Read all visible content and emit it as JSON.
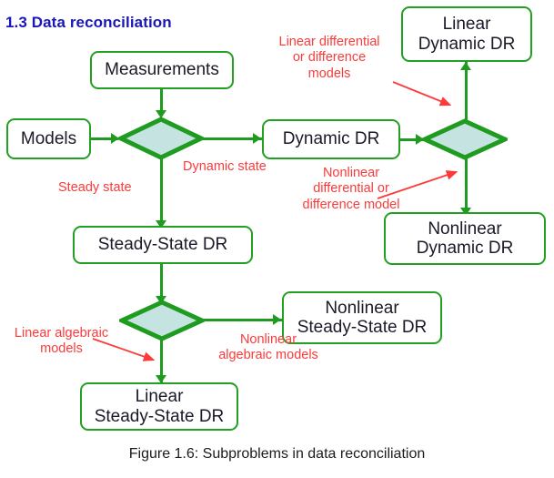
{
  "section": {
    "number": "1.3",
    "title": "1.3 Data reconciliation",
    "title_color": "#1a18b5"
  },
  "caption": "Figure 1.6:  Subproblems in data reconciliation",
  "palette": {
    "node_border": "#22a022",
    "node_fill": "#ffffff",
    "diamond_fill": "#c5e3e1",
    "diamond_border": "#1f9c1f",
    "connector": "#1f9c1f",
    "annotation": "#fd3a3a",
    "text": "#1a1a28"
  },
  "diagram": {
    "type": "flowchart",
    "nodes": [
      {
        "id": "measurements",
        "label": "Measurements",
        "shape": "rounded-rect"
      },
      {
        "id": "models",
        "label": "Models",
        "shape": "rounded-rect"
      },
      {
        "id": "decision-state",
        "label": "",
        "shape": "diamond"
      },
      {
        "id": "dynamic-dr",
        "label": "Dynamic DR",
        "shape": "rounded-rect"
      },
      {
        "id": "decision-dynamic",
        "label": "",
        "shape": "diamond"
      },
      {
        "id": "linear-dynamic-dr",
        "label": "Linear\nDynamic DR",
        "line1": "Linear",
        "line2": "Dynamic DR",
        "shape": "rounded-rect"
      },
      {
        "id": "nonlinear-dynamic-dr",
        "label": "Nonlinear\nDynamic DR",
        "line1": "Nonlinear",
        "line2": "Dynamic DR",
        "shape": "rounded-rect"
      },
      {
        "id": "steady-state-dr",
        "label": "Steady-State DR",
        "shape": "rounded-rect"
      },
      {
        "id": "decision-steady",
        "label": "",
        "shape": "diamond"
      },
      {
        "id": "nonlinear-ss-dr",
        "label": "Nonlinear\nSteady-State DR",
        "line1": "Nonlinear",
        "line2": "Steady-State DR",
        "shape": "rounded-rect"
      },
      {
        "id": "linear-ss-dr",
        "label": "Linear\nSteady-State DR",
        "line1": "Linear",
        "line2": "Steady-State DR",
        "shape": "rounded-rect"
      }
    ],
    "edge_labels": {
      "steady_state": "Steady state",
      "dynamic_state": "Dynamic state",
      "linear_diff": "Linear differential\nor difference\nmodels",
      "nonlinear_diff": "Nonlinear\ndifferential or\ndifference model",
      "linear_algebraic": "Linear algebraic\nmodels",
      "nonlinear_algebraic": "Nonlinear\nalgebraic models"
    }
  }
}
